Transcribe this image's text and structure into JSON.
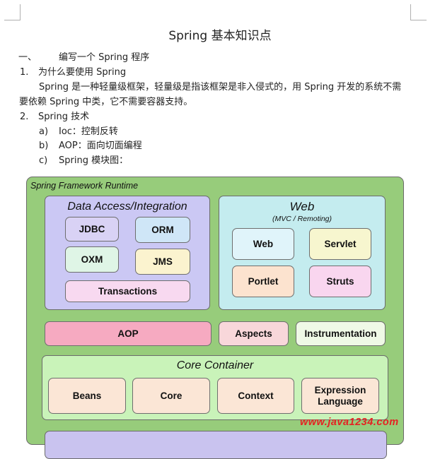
{
  "document": {
    "title": "Spring 基本知识点",
    "section_number": "一、",
    "section_title": "编写一个 Spring 程序",
    "item1_number": "1.",
    "item1_title": "为什么要使用 Spring",
    "para_line1": "Spring 是一种轻量级框架，轻量级是指该框架是非入侵式的，用 Spring 开发的系统不需",
    "para_line2": "要依赖 Spring 中类，它不需要容器支持。",
    "item2_number": "2.",
    "item2_title": "Spring 技术",
    "sub_items": [
      {
        "marker": "a)",
        "text": "Ioc：控制反转"
      },
      {
        "marker": "b)",
        "text": "AOP：面向切面编程"
      },
      {
        "marker": "c)",
        "text": "Spring 模块图："
      }
    ]
  },
  "diagram": {
    "runtime_label": "Spring Framework Runtime",
    "data_access": {
      "title": "Data Access/Integration",
      "modules": [
        "JDBC",
        "ORM",
        "OXM",
        "JMS",
        "Transactions"
      ]
    },
    "web": {
      "title": "Web",
      "subtitle": "(MVC / Remoting)",
      "modules": [
        "Web",
        "Servlet",
        "Portlet",
        "Struts"
      ]
    },
    "middle_row": [
      "AOP",
      "Aspects",
      "Instrumentation"
    ],
    "core_container": {
      "title": "Core Container",
      "modules": [
        "Beans",
        "Core",
        "Context",
        "Expression Language"
      ]
    },
    "colors": {
      "runtime_bg": "#97cc7b",
      "data_access_bg": "#cbc8f4",
      "web_bg": "#c4ecef",
      "core_bg": "#c9f3b9",
      "jdbc": "#d9d2f5",
      "orm": "#cfe6f7",
      "oxm": "#dff5e6",
      "jms": "#fbf3cf",
      "transactions": "#f8d9f0",
      "web_module": "#e0f4fa",
      "servlet": "#f7f6cf",
      "portlet": "#fce3cf",
      "struts": "#f9d6ef",
      "aop": "#f6aac1",
      "aspects": "#f8d7da",
      "instrumentation": "#eff9e6",
      "core_modules": "#fbe6d6",
      "test_bg": "#c9c3ef"
    }
  },
  "watermark": "www.java1234.com"
}
